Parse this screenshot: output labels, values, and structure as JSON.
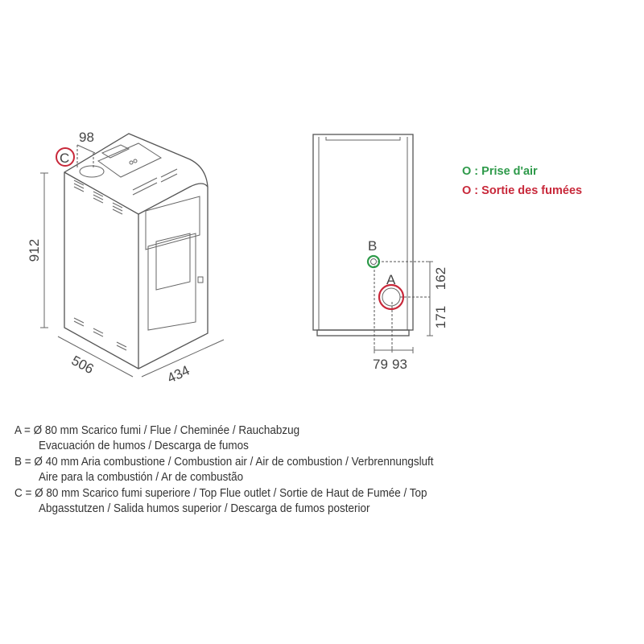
{
  "iso_view": {
    "dimensions": {
      "height": "912",
      "depth": "506",
      "width": "434",
      "top_outlet_offset": "98"
    },
    "outlet_label": "C"
  },
  "rear_view": {
    "labels": {
      "air_inlet": "B",
      "flue": "A"
    },
    "dimensions": {
      "b_above_a": "162",
      "a_height": "171",
      "b_offset": "79",
      "a_offset": "93"
    }
  },
  "legend": {
    "air_intake": "O : Prise d'air",
    "smoke_outlet": "O : Sortie des fumées",
    "colors": {
      "air_intake": "#2e9a4a",
      "smoke_outlet": "#c8283a"
    }
  },
  "descriptions": [
    "A = Ø 80 mm  Scarico fumi / Flue / Cheminée / Rauchabzug",
    "Evacuación de humos / Descarga de fumos",
    "B = Ø 40 mm  Aria combustione / Combustion air / Air de combustion / Verbrennungsluft",
    "Aire para la combustión / Ar de combustão",
    "C = Ø 80 mm  Scarico fumi superiore / Top Flue outlet / Sortie de Haut de Fumée / Top",
    "Abgasstutzen / Salida humos superior / Descarga de fumos posterior"
  ]
}
